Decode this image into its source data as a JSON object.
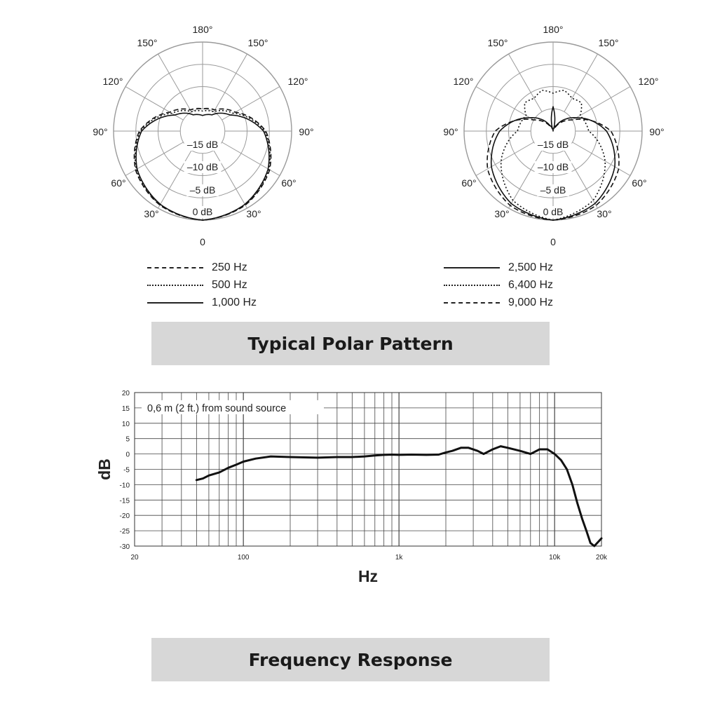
{
  "polar_title": "Typical Polar Pattern",
  "frequency_title": "Frequency Response",
  "chart_data": [
    {
      "type": "polar",
      "angle_labels": [
        "180°",
        "150°",
        "150°",
        "120°",
        "120°",
        "90°",
        "90°",
        "60°",
        "60°",
        "30°",
        "30°",
        "0"
      ],
      "ring_labels": [
        "0 dB",
        "–5 dB",
        "–10 dB",
        "–15 dB"
      ],
      "rlim_db": [
        -20,
        0
      ],
      "series": [
        {
          "name": "250 Hz",
          "style": "dashed",
          "angles_deg": [
            0,
            30,
            60,
            90,
            120,
            150,
            180
          ],
          "db": [
            0,
            -0.8,
            -2.6,
            -5.8,
            -11.5,
            -14.5,
            -15
          ]
        },
        {
          "name": "500 Hz",
          "style": "dotted",
          "angles_deg": [
            0,
            30,
            60,
            90,
            120,
            150,
            180
          ],
          "db": [
            0,
            -0.9,
            -2.8,
            -6.0,
            -12.0,
            -15.0,
            -15.5
          ]
        },
        {
          "name": "1,000 Hz",
          "style": "solid",
          "angles_deg": [
            0,
            30,
            60,
            90,
            120,
            150,
            180
          ],
          "db": [
            0,
            -1.0,
            -3.0,
            -6.3,
            -12.8,
            -15.8,
            -16.5
          ]
        }
      ]
    },
    {
      "type": "polar",
      "angle_labels": [
        "180°",
        "150°",
        "150°",
        "120°",
        "120°",
        "90°",
        "90°",
        "60°",
        "60°",
        "30°",
        "30°",
        "0"
      ],
      "ring_labels": [
        "0 dB",
        "–5 dB",
        "–10 dB",
        "–15 dB"
      ],
      "rlim_db": [
        -20,
        0
      ],
      "series": [
        {
          "name": "2,500 Hz",
          "style": "solid",
          "angles_deg": [
            0,
            30,
            60,
            90,
            120,
            150,
            165,
            180
          ],
          "db": [
            0,
            -1.2,
            -4.0,
            -8.0,
            -14.0,
            -18.5,
            -19.5,
            -14.5
          ]
        },
        {
          "name": "6,400 Hz",
          "style": "dotted",
          "angles_deg": [
            0,
            30,
            60,
            90,
            120,
            135,
            150,
            165,
            180
          ],
          "db": [
            0,
            -2.0,
            -6.5,
            -12.0,
            -13.0,
            -11.0,
            -11.5,
            -10.5,
            -11.5
          ]
        },
        {
          "name": "9,000 Hz",
          "style": "dashed",
          "angles_deg": [
            0,
            30,
            60,
            90,
            120,
            150,
            180
          ],
          "db": [
            0,
            -0.7,
            -3.0,
            -7.0,
            -15.0,
            -19.0,
            -20
          ]
        }
      ]
    },
    {
      "type": "line",
      "title": "",
      "annotation": "0,6 m (2 ft.) from sound source",
      "xlabel": "Hz",
      "ylabel": "dB",
      "x_scale": "log",
      "xlim": [
        20,
        20000
      ],
      "ylim": [
        -30,
        20
      ],
      "x_tick_labels": [
        {
          "value": 20,
          "label": "20"
        },
        {
          "value": 100,
          "label": "100"
        },
        {
          "value": 1000,
          "label": "1k"
        },
        {
          "value": 10000,
          "label": "10k"
        },
        {
          "value": 20000,
          "label": "20k"
        }
      ],
      "y_ticks": [
        20,
        15,
        10,
        5,
        0,
        -5,
        -10,
        -15,
        -20,
        -25,
        -30
      ],
      "grid": true,
      "series": [
        {
          "x": [
            50,
            55,
            60,
            70,
            80,
            90,
            100,
            120,
            150,
            200,
            300,
            400,
            500,
            600,
            700,
            800,
            900,
            1000,
            1200,
            1500,
            1800,
            2000,
            2200,
            2500,
            2800,
            3200,
            3500,
            4000,
            4500,
            5000,
            6000,
            7000,
            8000,
            9000,
            10000,
            11000,
            12000,
            13000,
            14000,
            15000,
            16000,
            17000,
            18000,
            20000
          ],
          "y": [
            -8.5,
            -8.0,
            -7.0,
            -6.0,
            -4.5,
            -3.5,
            -2.5,
            -1.5,
            -0.8,
            -1.0,
            -1.2,
            -1.0,
            -1.0,
            -0.8,
            -0.5,
            -0.3,
            -0.2,
            -0.3,
            -0.2,
            -0.3,
            -0.2,
            0.5,
            1.0,
            2.0,
            2.0,
            1.0,
            0.0,
            1.5,
            2.5,
            2.0,
            1.0,
            0.0,
            1.5,
            1.5,
            0.0,
            -2.0,
            -5.0,
            -10.0,
            -16.0,
            -21.0,
            -25.0,
            -29.0,
            -30.0,
            -27.5
          ]
        }
      ]
    }
  ]
}
